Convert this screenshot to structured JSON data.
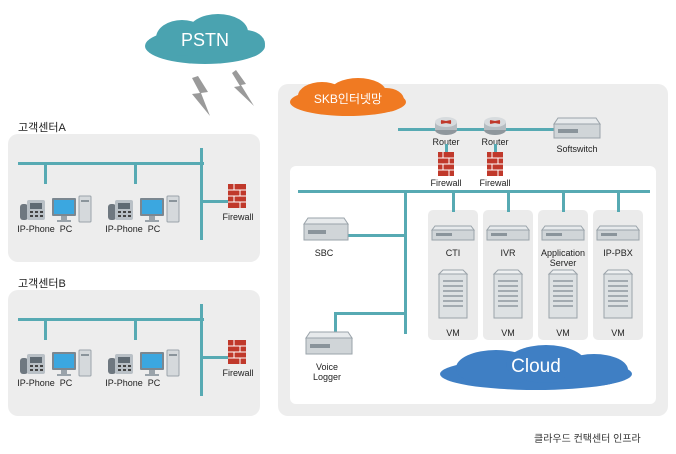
{
  "pstn": {
    "label": "PSTN"
  },
  "center_a": {
    "title": "고객센터A",
    "devices": [
      "IP-Phone",
      "PC",
      "IP-Phone",
      "PC"
    ],
    "firewall": "Firewall"
  },
  "center_b": {
    "title": "고객센터B",
    "devices": [
      "IP-Phone",
      "PC",
      "IP-Phone",
      "PC"
    ],
    "firewall": "Firewall"
  },
  "skb": {
    "label": "SKB인터넷망",
    "routers": [
      "Router",
      "Router"
    ],
    "firewalls": [
      "Firewall",
      "Firewall"
    ],
    "softswitch": "Softswitch"
  },
  "cloud_area": {
    "sbc": "SBC",
    "voice_logger": "Voice\nLogger",
    "servers": [
      {
        "name": "CTI",
        "vm": "VM"
      },
      {
        "name": "IVR",
        "vm": "VM"
      },
      {
        "name": "Application\nServer",
        "vm": "VM"
      },
      {
        "name": "IP-PBX",
        "vm": "VM"
      }
    ],
    "cloud_label": "Cloud"
  },
  "caption": "클라우드 컨택센터 인프라",
  "colors": {
    "line": "#57aab3",
    "cloud": "#3f7fc4",
    "pstn_cloud": "#4aa3b0",
    "skb_cloud": "#f07a22",
    "firewall": "#c0392b",
    "router": "#c0392b"
  }
}
